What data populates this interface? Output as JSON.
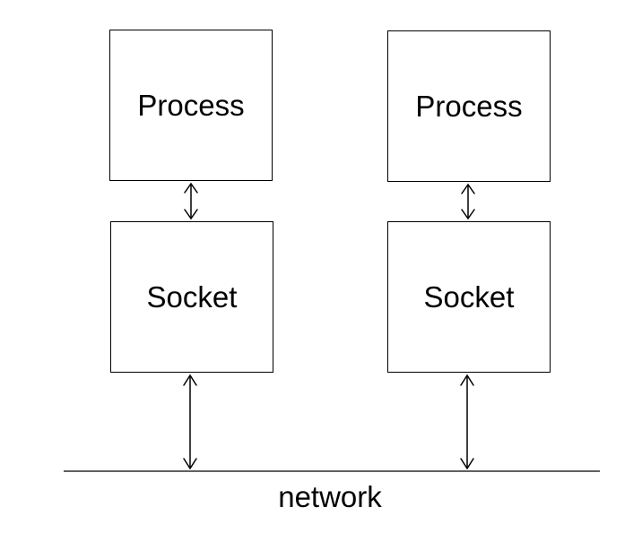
{
  "diagram": {
    "nodes": [
      {
        "id": "left-process",
        "label": "Process"
      },
      {
        "id": "right-process",
        "label": "Process"
      },
      {
        "id": "left-socket",
        "label": "Socket"
      },
      {
        "id": "right-socket",
        "label": "Socket"
      }
    ],
    "edges": [
      {
        "from": "left-process",
        "to": "left-socket",
        "direction": "bidirectional"
      },
      {
        "from": "right-process",
        "to": "right-socket",
        "direction": "bidirectional"
      },
      {
        "from": "left-socket",
        "to": "network",
        "direction": "bidirectional"
      },
      {
        "from": "right-socket",
        "to": "network",
        "direction": "bidirectional"
      }
    ],
    "network_label": "network",
    "colors": {
      "stroke": "#000000",
      "background": "#ffffff"
    }
  }
}
